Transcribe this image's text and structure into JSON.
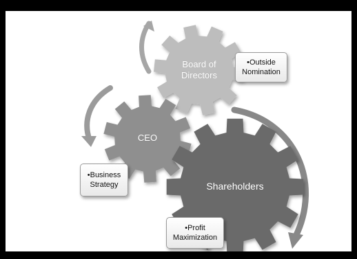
{
  "gears": {
    "board": "Board of\nDirectors",
    "ceo": "CEO",
    "shareholders": "Shareholders"
  },
  "notes": {
    "board": "•Outside\nNomination",
    "ceo": "•Business\nStrategy",
    "shareholders": "•Profit\nMaximization"
  },
  "colors": {
    "board_gear": "#bdbdbd",
    "ceo_gear": "#8f8f8f",
    "shareholders_gear": "#6b6b6b",
    "arrow": "#9e9e9e"
  }
}
